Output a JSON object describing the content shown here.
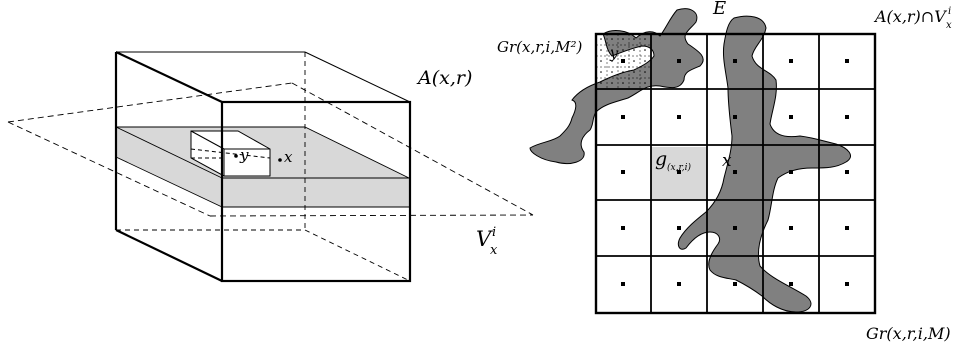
{
  "left_panel": {
    "labels": {
      "cube": "A(x,r)",
      "y_point": "y",
      "x_point": "x",
      "plane_main": "V",
      "plane_sup": "i",
      "plane_sub": "x"
    }
  },
  "right_panel": {
    "labels": {
      "set_e": "E",
      "cap_main": "A(x,r)∩V",
      "cap_sup": "i",
      "cap_sub": "x",
      "fine_grid": "Gr(x,r,i,M²)",
      "fine_y": "y",
      "cell_main": "g",
      "cell_sub": "(x,r,i)",
      "center_x": "x",
      "coarse_grid": "Gr(x,r,i,M)"
    },
    "grid_size": 5,
    "fine_grid_size": 5,
    "highlight_cell": [
      2,
      1
    ]
  },
  "colors": {
    "line": "#000000",
    "gray_fill": "#d8d8d8",
    "blob_fill": "#808080",
    "cell_highlight": "#d8d8d8",
    "background": "#ffffff"
  }
}
